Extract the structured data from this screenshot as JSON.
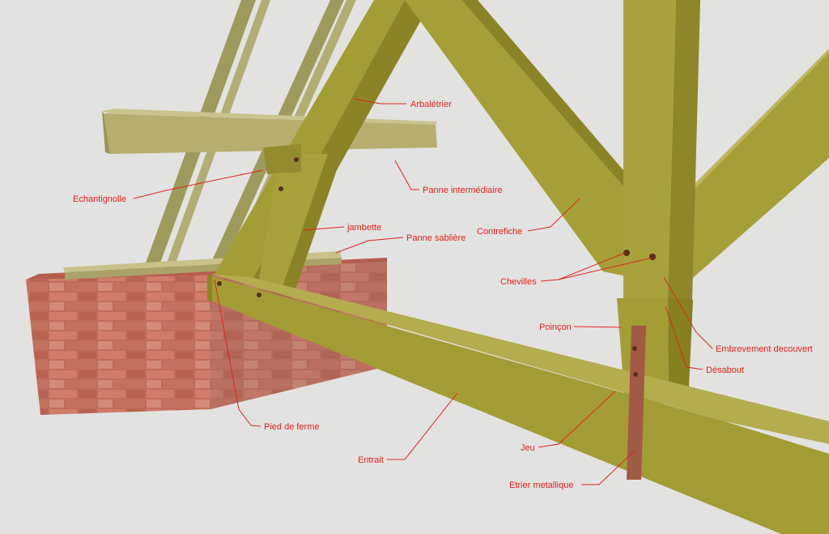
{
  "colors": {
    "background": "#e2e2e0",
    "timber": "#a09a33",
    "timber_shadow": "#837c23",
    "timber_light": "#b7b05a",
    "purlin": "#b5ae6e",
    "brick": "#c46e5b",
    "brick_mortar": "#e2c1b6",
    "strap": "#a15a45",
    "label": "#e0241c"
  },
  "labels": {
    "arbaletrier": "Arbalétrier",
    "panne_intermediaire": "Panne intermédiaire",
    "echantignolle": "Echantignolle",
    "jambette": "jambette",
    "panne_sabliere": "Panne sablière",
    "contrefiche": "Contrefiche",
    "chevilles": "Chevilles",
    "poincon": "Poinçon",
    "embrevement_decouvert": "Embrevement decouvert",
    "desabout": "Désabout",
    "pied_de_ferme": "Pied de ferme",
    "entrait": "Entrait",
    "jeu": "Jeu",
    "etrier_metallique": "Etrier metallique"
  }
}
